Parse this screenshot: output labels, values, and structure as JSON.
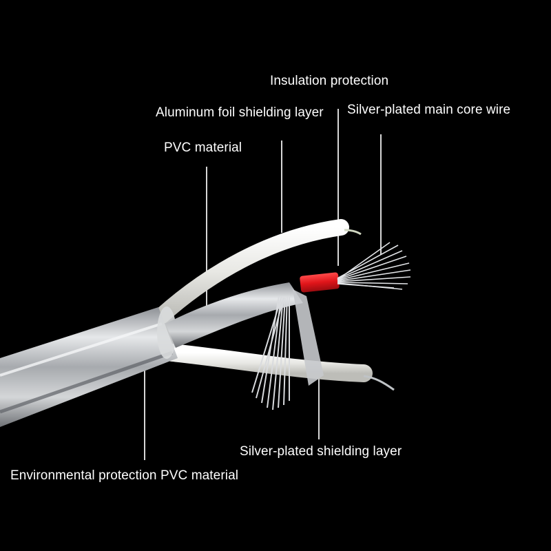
{
  "labels": {
    "insulation": "Insulation protection",
    "foil": "Aluminum foil shielding layer",
    "silver_core": "Silver-plated main core wire",
    "pvc": "PVC material",
    "silver_shield": "Silver-plated shielding layer",
    "env_pvc": "Environmental protection PVC material"
  },
  "colors": {
    "background": "#000000",
    "text": "#ffffff",
    "leader": "#d8d8d8",
    "insulation": "#f2f2f0",
    "foil": "#b9bcc0",
    "core_sleeve": "#e0151a"
  }
}
